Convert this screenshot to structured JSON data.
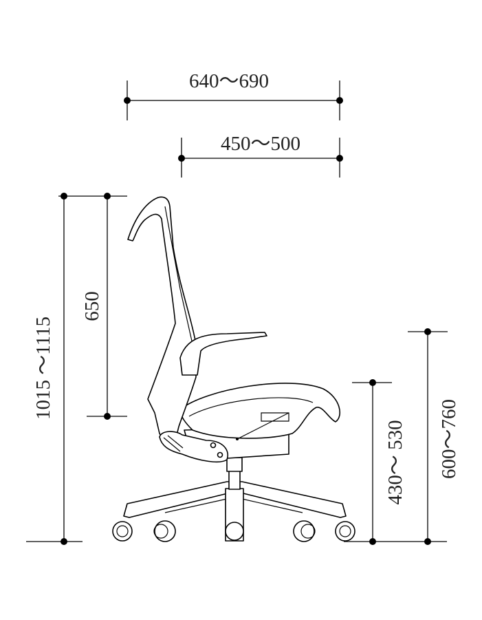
{
  "dimensions": {
    "overall_depth": "640～690",
    "seat_depth": "450～500",
    "backrest_height": "650",
    "overall_height": "1015 ～1115",
    "seat_height": "430～ 530",
    "armrest_height": "600～760"
  },
  "colors": {
    "line": "#000000",
    "background": "#ffffff"
  }
}
